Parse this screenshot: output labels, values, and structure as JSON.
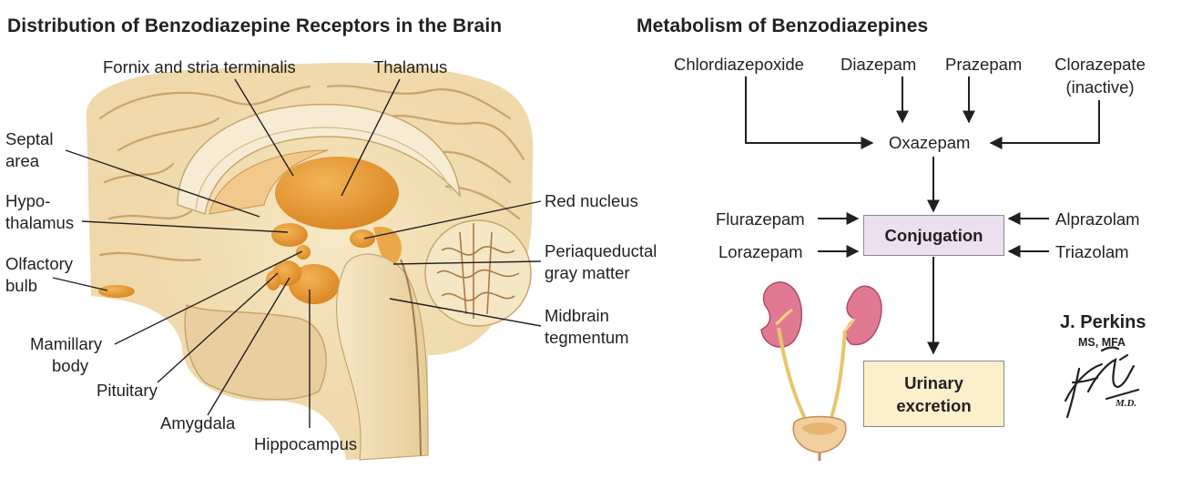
{
  "left": {
    "title": "Distribution of Benzodiazepine Receptors in the Brain",
    "labels": {
      "fornix": "Fornix and stria terminalis",
      "thalamus": "Thalamus",
      "septal_1": "Septal",
      "septal_2": "area",
      "hypo_1": "Hypo-",
      "hypo_2": "thalamus",
      "olfactory_1": "Olfactory",
      "olfactory_2": "bulb",
      "mamillary_1": "Mamillary",
      "mamillary_2": "body",
      "pituitary": "Pituitary",
      "amygdala": "Amygdala",
      "hippocampus": "Hippocampus",
      "red_nucleus": "Red nucleus",
      "periaq_1": "Periaqueductal",
      "periaq_2": "gray matter",
      "midbrain_1": "Midbrain",
      "midbrain_2": "tegmentum"
    }
  },
  "right": {
    "title": "Metabolism of Benzodiazepines",
    "drugs": {
      "chlordiazepoxide": "Chlordiazepoxide",
      "diazepam": "Diazepam",
      "prazepam": "Prazepam",
      "clorazepate_1": "Clorazepate",
      "clorazepate_2": "(inactive)",
      "oxazepam": "Oxazepam",
      "flurazepam": "Flurazepam",
      "lorazepam": "Lorazepam",
      "alprazolam": "Alprazolam",
      "triazolam": "Triazolam"
    },
    "boxes": {
      "conjugation": "Conjugation",
      "urinary_1": "Urinary",
      "urinary_2": "excretion"
    }
  },
  "credit": {
    "name": "J. Perkins",
    "degrees": "MS, MFA",
    "signature": "F. Netter M.D."
  },
  "colors": {
    "brain_cream": "#f4e3bf",
    "brain_tan": "#d9b985",
    "receptor_orange": "#e3962f",
    "conjugation_box": "#ecdff0",
    "urinary_box": "#fcefcc",
    "kidney_pink": "#e07a93",
    "ureter_yellow": "#e9c46a"
  }
}
